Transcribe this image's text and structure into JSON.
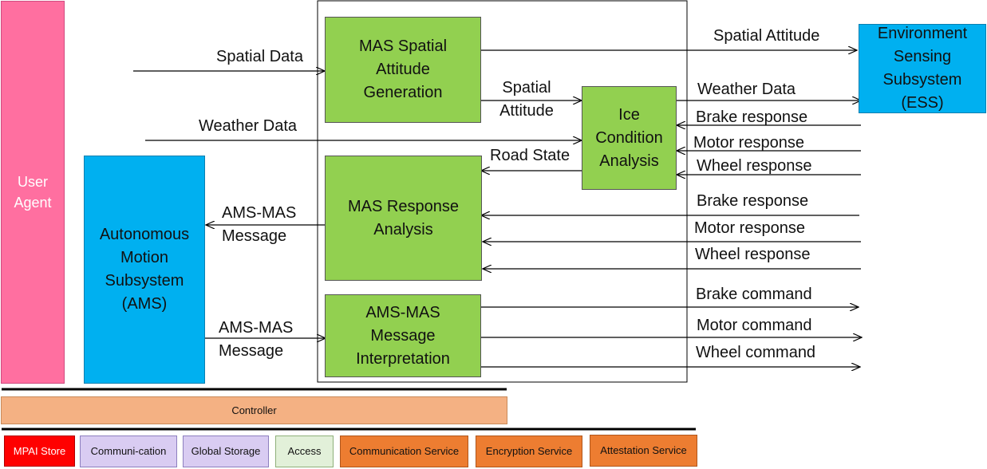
{
  "colors": {
    "user_agent": "#ff6fa0",
    "ams": "#00b0f0",
    "ess": "#00b0f0",
    "green": "#92d050",
    "controller": "#f4b183",
    "store": "#ff0000",
    "lavender": "#d9ccf2",
    "access": "#e2f0d9",
    "service": "#ed7d31"
  },
  "blocks": {
    "user_agent": "User\nAgent",
    "ams": "Autonomous\nMotion\nSubsystem\n(AMS)",
    "ess": "Environment\nSensing\nSubsystem\n(ESS)",
    "spatial_attitude_gen": "MAS Spatial\nAttitude\nGeneration",
    "ice_condition": "Ice\nCondition\nAnalysis",
    "response_analysis": "MAS Response\nAnalysis",
    "message_interpretation": "AMS-MAS\nMessage\nInterpretation"
  },
  "labels": {
    "spatial_data": "Spatial Data",
    "weather_data_in": "Weather Data",
    "spatial_attitude_out": "Spatial Attitude",
    "spatial_attitude_mid": "Spatial\nAttitude",
    "weather_data_out": "Weather Data",
    "brake_response_1": "Brake response",
    "motor_response_1": "Motor response",
    "wheel_response_1": "Wheel response",
    "road_state": "Road State",
    "brake_response_2": "Brake response",
    "motor_response_2": "Motor response",
    "wheel_response_2": "Wheel response",
    "ams_mas_message_out": "AMS-MAS\nMessage",
    "ams_mas_message_in": "AMS-MAS\nMessage",
    "brake_command": "Brake command",
    "motor_command": "Motor command",
    "wheel_command": "Wheel command"
  },
  "controller": "Controller",
  "services": {
    "mpai_store": "MPAI Store",
    "communication": "Communi-cation",
    "global_storage": "Global Storage",
    "access": "Access",
    "communication_service": "Communication Service",
    "encryption_service": "Encryption Service",
    "attestation_service": "Attestation Service"
  }
}
